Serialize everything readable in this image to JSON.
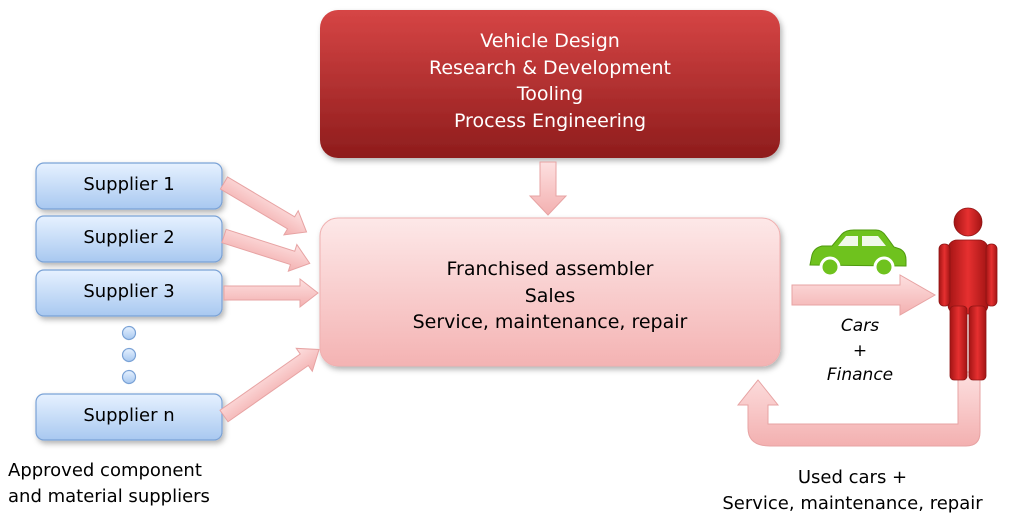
{
  "design_box": {
    "lines": [
      "Vehicle Design",
      "Research & Development",
      "Tooling",
      "Process Engineering"
    ]
  },
  "assembler_box": {
    "lines": [
      "Franchised assembler",
      "Sales",
      "Service, maintenance, repair"
    ]
  },
  "suppliers": [
    "Supplier 1",
    "Supplier 2",
    "Supplier 3",
    "Supplier n"
  ],
  "suppliers_caption": [
    "Approved component",
    "and material suppliers"
  ],
  "outflow_labels": {
    "line1": "Cars",
    "line2": "+",
    "line3": "Finance"
  },
  "return_labels": {
    "line1": "Used cars +",
    "line2": "Service, maintenance, repair"
  },
  "colors": {
    "design_box_top": "#d64545",
    "design_box_bottom": "#8e1c1c",
    "assembler_box_top": "#fde8e8",
    "assembler_box_bottom": "#f4b3b3",
    "supplier_top": "#e6f1ff",
    "supplier_bottom": "#a8c8f0",
    "arrow_fill": "#f7c3c3",
    "arrow_stroke": "#e7a3a3",
    "car_green": "#6fc21e",
    "person_red": "#d62626"
  },
  "icons": [
    "car-icon",
    "person-icon",
    "ellipsis-dots-icon"
  ]
}
